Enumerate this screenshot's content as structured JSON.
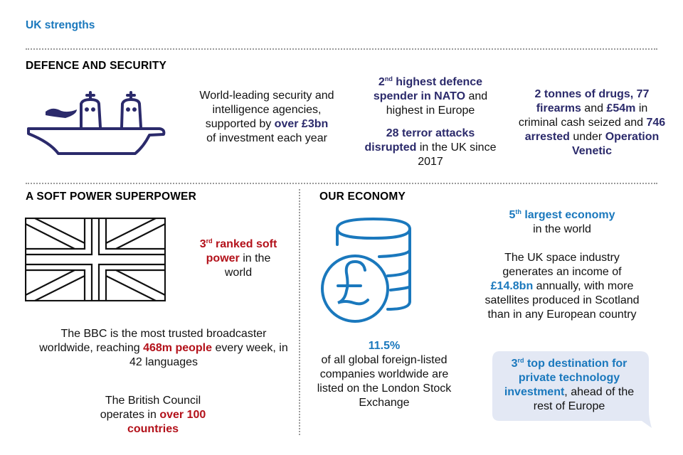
{
  "title": "UK strengths",
  "colors": {
    "navy": "#2b2a6b",
    "blue": "#1a78bd",
    "red": "#b3111a",
    "bubble": "#e3e8f4"
  },
  "defence": {
    "heading": "DEFENCE AND SECURITY",
    "icon": "aircraft-carrier-icon",
    "agencies": {
      "p1": "World-leading security and intelligence agencies, supported by ",
      "hl": "over £3bn",
      "p2": " of investment each year"
    },
    "spender": {
      "n": "2",
      "sup": "nd",
      "hl": " highest defence spender in NATO",
      "p": " and highest in Europe"
    },
    "terror": {
      "hl": "28 terror attacks disrupted",
      "p": " in the UK since 2017"
    },
    "venetic": {
      "hl1": "2 tonnes of drugs, 77 firearms",
      "p1": " and ",
      "hl2": "£54m",
      "p2": " in criminal cash seized and ",
      "hl3": "746 arrested",
      "p3": " under ",
      "hl4": "Operation Venetic"
    }
  },
  "soft_power": {
    "heading": "A SOFT POWER SUPERPOWER",
    "icon": "union-flag-icon",
    "ranked": {
      "n": "3",
      "sup": "rd",
      "hl": " ranked soft power",
      "p": " in the world"
    },
    "bbc": {
      "p1": "The BBC is the most trusted broadcaster worldwide, reaching ",
      "hl": "468m people",
      "p2": " every week, in 42 languages"
    },
    "council": {
      "p": "The British Council operates in ",
      "hl": "over 100 countries"
    }
  },
  "economy": {
    "heading": "OUR ECONOMY",
    "icon": "pound-coins-icon",
    "lse": {
      "hl": "11.5%",
      "p": "of all global foreign-listed companies worldwide are listed on the London Stock Exchange"
    },
    "largest": {
      "n": "5",
      "sup": "th",
      "hl": " largest economy",
      "p": "in the world"
    },
    "space": {
      "p1": "The UK space industry generates an income of ",
      "hl": "£14.8bn",
      "p2": " annually, with more satellites produced in Scotland than in any European country"
    },
    "tech": {
      "n": "3",
      "sup": "rd",
      "hl": " top destination for private technology investment",
      "p": ", ahead of the rest of Europe"
    }
  }
}
